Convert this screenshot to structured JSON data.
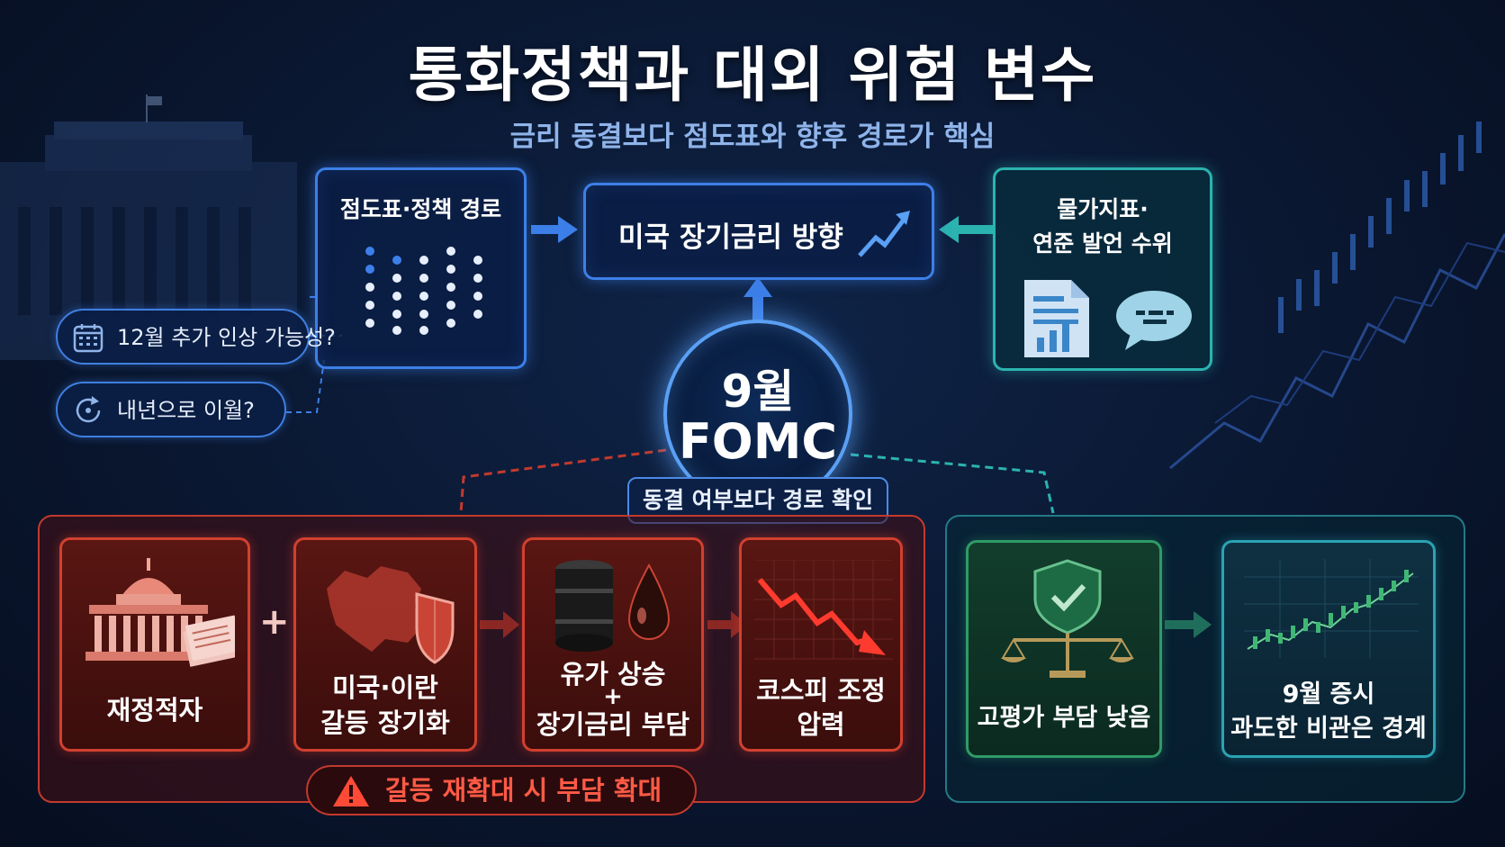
{
  "title": "통화정책과 대외 위험 변수",
  "subtitle": "금리 동결보다 점도표와 향후 경로가 핵심",
  "dot_plot_box": {
    "label": "점도표·정책 경로"
  },
  "center_top": {
    "label": "미국 장기금리 방향"
  },
  "inflation_box": {
    "label_line1": "물가지표·",
    "label_line2": "연준 발언 수위"
  },
  "pills": [
    {
      "label": "12월 추가 인상 가능성?",
      "icon": "calendar-icon"
    },
    {
      "label": "내년으로 이월?",
      "icon": "refresh-icon"
    }
  ],
  "fomc": {
    "line1": "9월",
    "line2": "FOMC",
    "tag": "동결 여부보다 경로 확인"
  },
  "risk_chain": {
    "cards": [
      {
        "label_line1": "재정적자",
        "icon": "capitol-building-icon"
      },
      {
        "label_line1": "미국·이란",
        "label_line2": "갈등 장기화",
        "icon": "map-shield-icon"
      },
      {
        "label_line1": "유가 상승",
        "label_mid": "+",
        "label_line2": "장기금리 부담",
        "icon": "oil-barrel-drop-icon"
      },
      {
        "label_line1": "코스피 조정",
        "label_line2": "압력",
        "icon": "falling-chart-icon"
      }
    ],
    "plus": "+",
    "warning": "갈등 재확대 시 부담 확대"
  },
  "positive_chain": {
    "cards": [
      {
        "label_line1": "고평가 부담 낮음",
        "icon": "shield-scale-icon"
      },
      {
        "label_line1": "9월 증시",
        "label_line2": "과도한 비관은 경계",
        "icon": "rising-candle-chart-icon"
      }
    ]
  },
  "colors": {
    "blue_accent": "#3d7fe8",
    "teal_accent": "#2bb3b0",
    "red_accent": "#d1402f",
    "green_accent": "#2f9b67",
    "warning_text": "#ff5a45"
  }
}
